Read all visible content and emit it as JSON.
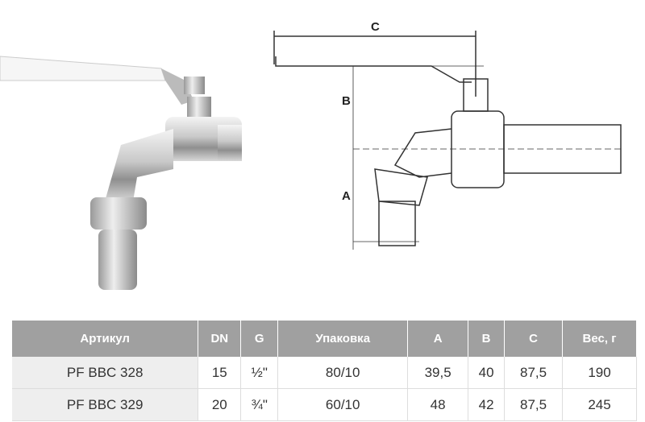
{
  "drawing": {
    "dim_c": "C",
    "dim_b": "B",
    "dim_a": "A"
  },
  "table": {
    "headers": [
      "Артикул",
      "DN",
      "G",
      "Упаковка",
      "A",
      "B",
      "C",
      "Вес, г"
    ],
    "rows": [
      [
        "PF BBC 328",
        "15",
        "½\"",
        "80/10",
        "39,5",
        "40",
        "87,5",
        "190"
      ],
      [
        "PF BBC 329",
        "20",
        "¾\"",
        "60/10",
        "48",
        "42",
        "87,5",
        "245"
      ]
    ]
  }
}
